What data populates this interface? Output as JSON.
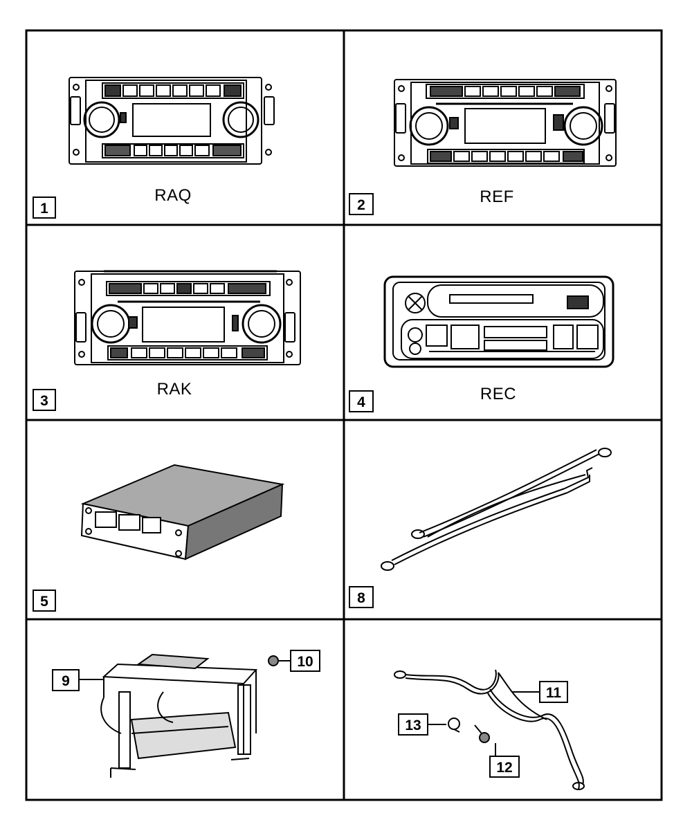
{
  "panels": [
    {
      "callout": "1",
      "label": "RAQ"
    },
    {
      "callout": "2",
      "label": "REF"
    },
    {
      "callout": "3",
      "label": "RAK"
    },
    {
      "callout": "4",
      "label": "REC"
    },
    {
      "callout": "5",
      "label": ""
    },
    {
      "callout": "8",
      "label": ""
    },
    {
      "callout": "9",
      "label": ""
    },
    {
      "callout": "10",
      "label": ""
    },
    {
      "callout": "11",
      "label": ""
    },
    {
      "callout": "13",
      "label": ""
    },
    {
      "callout": "12",
      "label": ""
    }
  ]
}
